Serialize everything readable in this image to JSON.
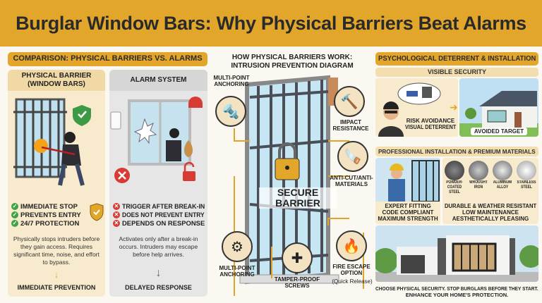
{
  "header": {
    "title": "Burglar Window Bars: Why Physical Barriers Beat Alarms"
  },
  "comparison": {
    "title": "COMPARISON: PHYSICAL BARRIERS VS. ALARMS",
    "physical": {
      "title_line1": "PHYSICAL BARRIER",
      "title_line2": "(WINDOW BARS)",
      "benefits": [
        "IMMEDIATE STOP",
        "PREVENTS ENTRY",
        "24/7 PROTECTION"
      ],
      "description": "Physically stops intruders before they gain access. Requires significant time, noise, and effort to bypass.",
      "result": "IMMEDIATE PREVENTION"
    },
    "alarm": {
      "title": "ALARM SYSTEM",
      "drawbacks": [
        "TRIGGER AFTER BREAK-IN",
        "DOES NOT PREVENT ENTRY",
        "DEPENDS ON RESPONSE"
      ],
      "description": "Activates only after a break-in occurs. Intruders may escape before help arrives.",
      "result": "DELAYED RESPONSE"
    }
  },
  "diagram": {
    "title_line1": "HOW PHYSICAL BARRIERS WORK:",
    "title_line2": "INTRUSION PREVENTION DIAGRAM",
    "center_label_line1": "SECURE",
    "center_label_line2": "BARRIER",
    "callouts": {
      "anchoring_top": "MULTI-POINT ANCHORING",
      "impact": "IMPACT RESISTANCE",
      "anticut": "ANTI-CUT/ANTI- MATERIALS",
      "anchoring_bottom": "MULTI-POINT ANCHORING",
      "screws": "TAMPER-PROOF SCREWS",
      "fire": "FIRE ESCAPE OPTION",
      "fire_sub": "(Quick Release)"
    }
  },
  "deterrent": {
    "title": "PSYCHOLOGICAL DETERRENT & INSTALLATION",
    "visible": {
      "title": "VISIBLE SECURITY",
      "caption_line1": "RISK AVOIDANCE",
      "caption_line2": "VISUAL DETERRENT",
      "target_label": "AVOIDED TARGET"
    },
    "install": {
      "title": "PROFESSIONAL INSTALLATION & PREMIUM MATERIALS",
      "fitting": [
        "EXPERT FITTING",
        "CODE COMPLIANT",
        "MAXIMUM STRENGTH"
      ],
      "materials": [
        "POWDER-COATED STEEL",
        "WROUGHT IRON",
        "ALUMINUM ALLOY",
        "STAINLESS STEEL"
      ],
      "qualities": [
        "DURABLE & WEATHER RESISTANT",
        "LOW MAINTENANCE",
        "AESTHETICALLY PLEASING"
      ]
    },
    "footer_line1": "CHOOSE PHYSICAL SECURITY. STOP BURGLARS BEFORE THEY START.",
    "footer_line2": "ENHANCE YOUR HOME'S PROTECTION."
  },
  "colors": {
    "accent": "#e2a72a",
    "physical_bg": "#f8ebcd",
    "alarm_bg": "#e6e6e6",
    "success": "#3fa346",
    "danger": "#d83a34"
  }
}
